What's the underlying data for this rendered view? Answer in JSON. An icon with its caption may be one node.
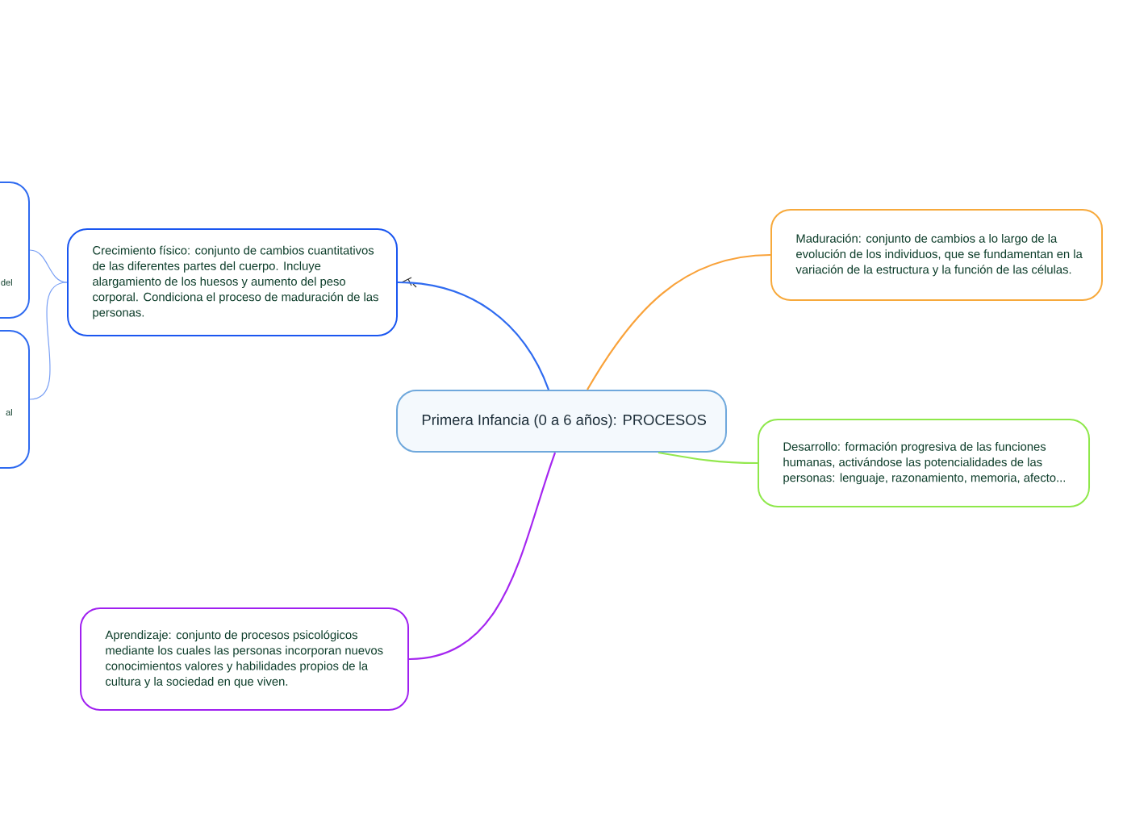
{
  "diagram": {
    "nodes": [
      {
        "text": [
          "Primera Infancia (0 a 6 años): PROCESOS"
        ]
      },
      {
        "text": [
          "Crecimiento físico: conjunto de cambios cuantitativos de las diferentes partes del cuerpo. Incluye alargamiento de los huesos y aumento del peso corporal. Condiciona el proceso de maduración de las personas."
        ]
      },
      {
        "text": [
          "del"
        ]
      },
      {
        "text": [
          "al"
        ]
      },
      {
        "text": [
          "Maduración: conjunto de cambios a lo largo de la evolución de los individuos, que se fundamentan en la variación de la estructura y la función de las células."
        ]
      },
      {
        "text": [
          "Desarrollo: formación progresiva de las funciones humanas, activándose las potencialidades de las personas: lenguaje, razonamiento, memoria, afecto..."
        ]
      },
      {
        "text": [
          "Aprendizaje: conjunto de procesos psicológicos mediante los cuales las personas incorporan nuevos conocimientos valores y habilidades propios de la cultura y la sociedad en que viven."
        ]
      }
    ],
    "edges": [
      {
        "from": 0,
        "to": 1,
        "arrow": "none",
        "color": "#2f6bf0"
      },
      {
        "from": 1,
        "to": 2,
        "arrow": "none",
        "color": "#7aa0f5"
      },
      {
        "from": 1,
        "to": 3,
        "arrow": "none",
        "color": "#7aa0f5"
      },
      {
        "from": 0,
        "to": 4,
        "arrow": "none",
        "color": "#f9a23a"
      },
      {
        "from": 0,
        "to": 5,
        "arrow": "none",
        "color": "#93e84e"
      },
      {
        "from": 0,
        "to": 6,
        "arrow": "none",
        "color": "#a526f0"
      }
    ]
  }
}
